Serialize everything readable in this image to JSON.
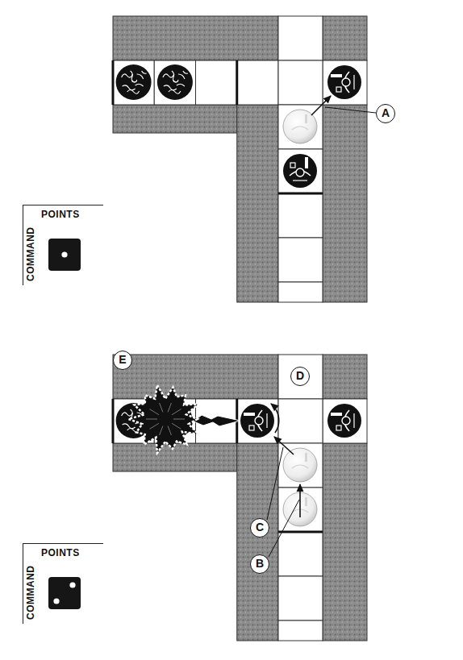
{
  "diagram": {
    "nodes": [
      {
        "text": [
          "COMMAND",
          "POINTS"
        ]
      },
      {
        "text": [
          "COMMAND",
          "POINTS"
        ]
      }
    ],
    "labels": [
      "A",
      "B",
      "C",
      "D",
      "E"
    ]
  }
}
